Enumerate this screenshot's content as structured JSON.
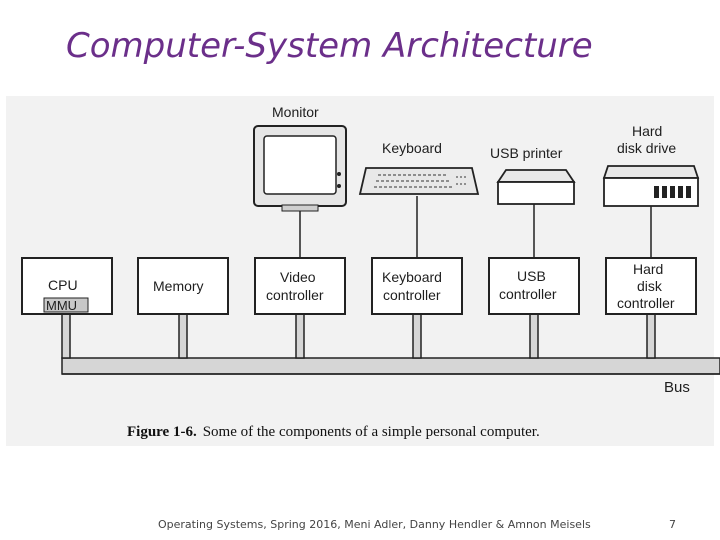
{
  "slide": {
    "title": "Computer-System Architecture",
    "footer": "Operating Systems, Spring 2016, Meni Adler, Danny Hendler & Amnon Meisels",
    "page_number": "7"
  },
  "figure": {
    "caption_label": "Figure 1-6.",
    "caption_text": "Some of the components of a simple personal computer."
  },
  "devices": {
    "monitor": "Monitor",
    "keyboard": "Keyboard",
    "usb_printer": "USB printer",
    "hard_disk_line1": "Hard",
    "hard_disk_line2": "disk drive"
  },
  "controllers": {
    "cpu": "CPU",
    "mmu": "MMU",
    "memory": "Memory",
    "video_line1": "Video",
    "video_line2": "controller",
    "keyboard_line1": "Keyboard",
    "keyboard_line2": "controller",
    "usb_line1": "USB",
    "usb_line2": "controller",
    "disk_line1": "Hard",
    "disk_line2": "disk",
    "disk_line3": "controller"
  },
  "bus_label": "Bus",
  "colors": {
    "title": "#6b2f8a",
    "bus_fill": "#d6d6d6"
  }
}
